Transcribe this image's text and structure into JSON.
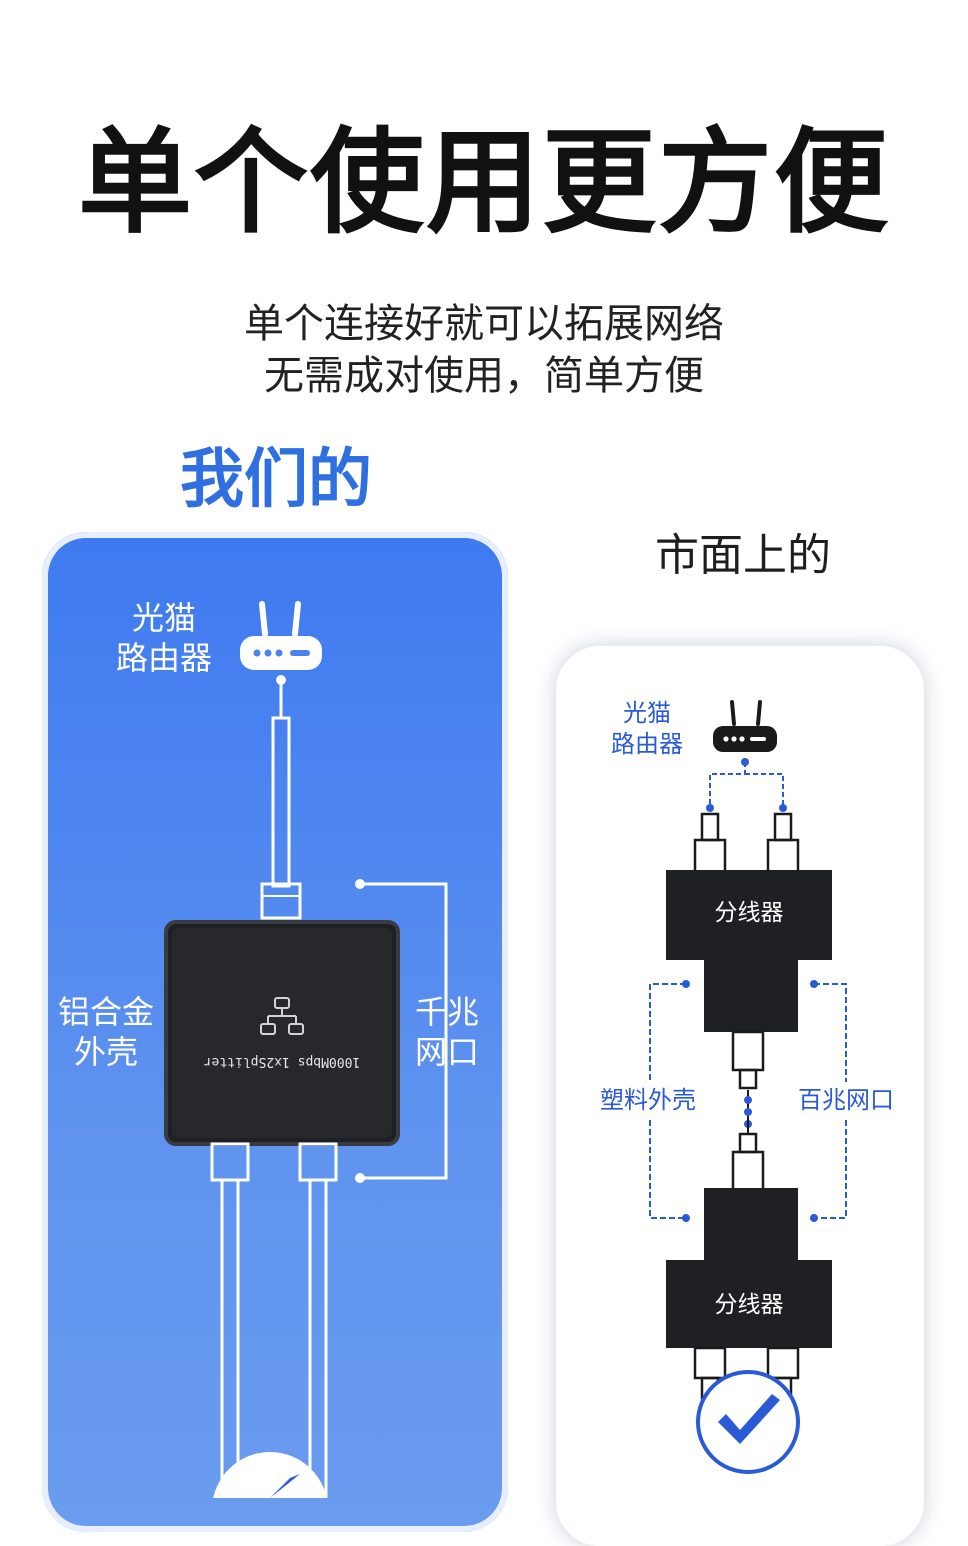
{
  "header": {
    "title": "单个使用更方便",
    "subtitle_lines": [
      "单个连接好就可以拓展网络",
      "无需成对使用，简单方便"
    ]
  },
  "ours": {
    "heading": "我们的",
    "router_label_lines": [
      "光猫",
      "路由器"
    ],
    "case_label_lines": [
      "铝合金",
      "外壳"
    ],
    "port_label_lines": [
      "千兆",
      "网口"
    ],
    "device_text": "1000Mbps 1x2Splitter",
    "router_icon": "router-icon",
    "network_icon": "network-topology-icon",
    "check_icon": "check-icon"
  },
  "market": {
    "heading": "市面上的",
    "router_label_lines": [
      "光猫",
      "路由器"
    ],
    "splitter_label": "分线器",
    "splitter_label_2": "分线器",
    "case_label": "塑料外壳",
    "port_label": "百兆网口",
    "router_icon": "router-icon",
    "check_icon": "check-icon"
  },
  "colors": {
    "accent_blue": "#2f6fe0",
    "panel_blue": "#4a82ee",
    "device_dark": "#1f2023"
  }
}
